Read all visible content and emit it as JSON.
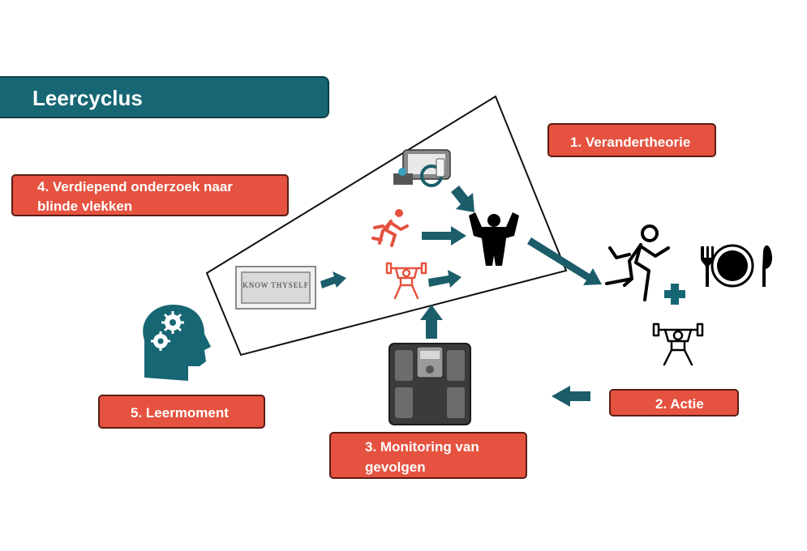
{
  "title": "Leercyclus",
  "steps": {
    "step1": "1. Verandertheorie",
    "step2": "2. Actie",
    "step3_line1": "3. Monitoring van",
    "step3_line2": "gevolgen",
    "step4_line1": "4. Verdiepend onderzoek naar",
    "step4_line2": "blinde vlekken",
    "step5": "5. Leermoment"
  },
  "plate_text": "KNOW THYSELF",
  "icons": {
    "devices": "medical-devices-icon",
    "runner": "runner-icon",
    "weightlifter": "weightlifter-icon",
    "strongman": "strongman-icon",
    "plate": "know-thyself-plate-icon",
    "scale": "body-composition-scale-icon",
    "head": "head-gears-icon",
    "cutlery": "plate-cutlery-icon",
    "plus": "plus-icon"
  },
  "colors": {
    "teal": "#176674",
    "arrow": "#1c5d6a",
    "red": "#e5523f",
    "dark": "#000000"
  }
}
